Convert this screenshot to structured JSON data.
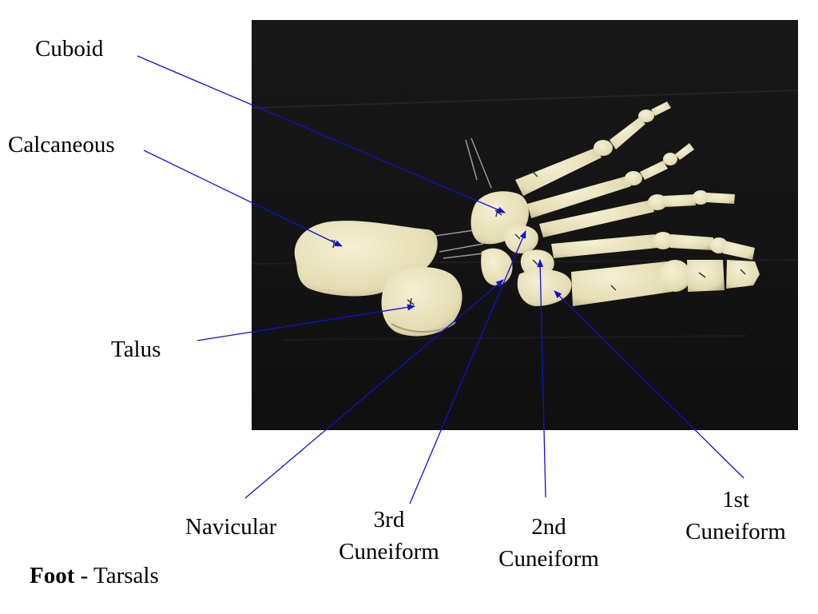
{
  "labels": {
    "cuboid": "Cuboid",
    "calcaneous": "Calcaneous",
    "talus": "Talus",
    "navicular": "Navicular",
    "cuneiform_3rd": [
      "3rd",
      "Cuneiform"
    ],
    "cuneiform_2nd": [
      "2nd",
      "Cuneiform"
    ],
    "cuneiform_1st": [
      "1st",
      "Cuneiform"
    ]
  },
  "caption": {
    "bold": "Foot",
    "rest": " - Tarsals"
  },
  "colors": {
    "leader_line": "#1010d0",
    "photo_background": "#141414",
    "bone": "#e9e4bf",
    "bone_shadow": "#b9b28a"
  }
}
